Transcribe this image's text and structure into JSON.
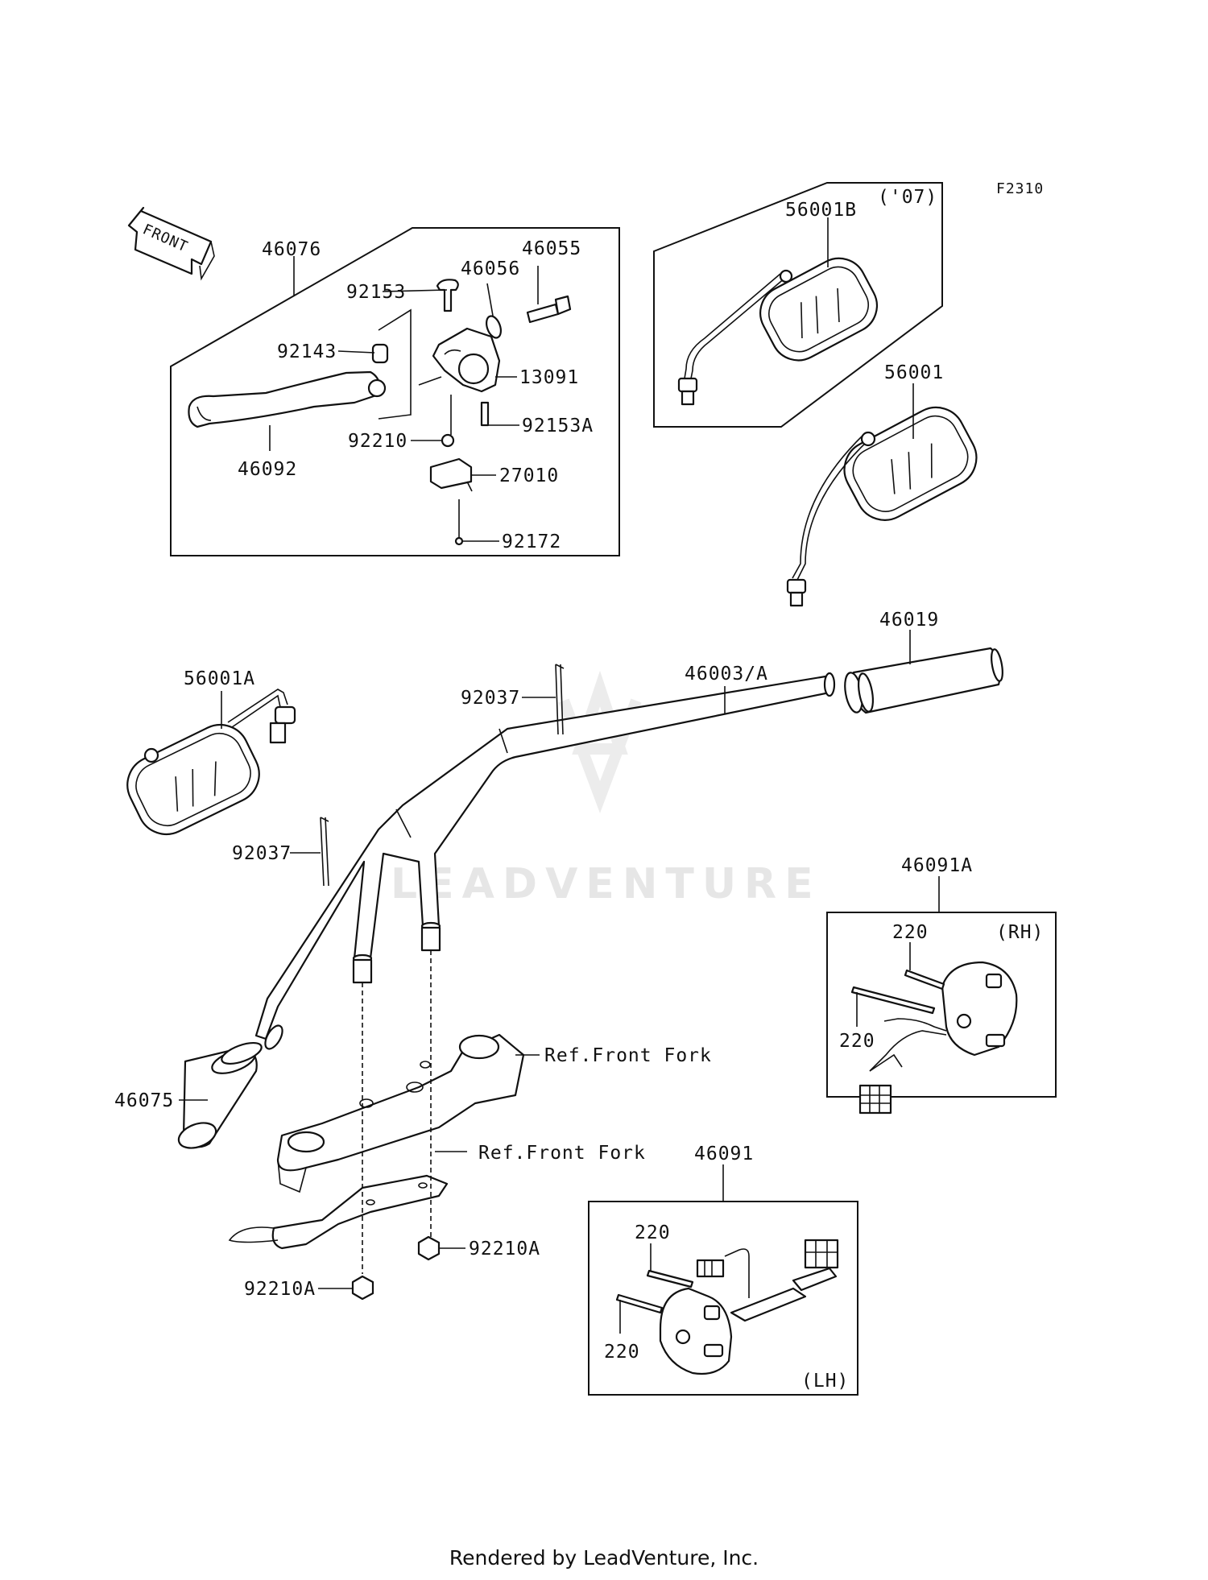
{
  "diagram_code": "F2310",
  "front_arrow_label": "FRONT",
  "watermark": "LEADVENTURE",
  "year_note": "('07)",
  "side_rh": "(RH)",
  "side_lh": "(LH)",
  "ref_front_fork_1": "Ref.Front Fork",
  "ref_front_fork_2": "Ref.Front Fork",
  "parts": {
    "p46076": "46076",
    "p46055": "46055",
    "p46056": "46056",
    "p92153": "92153",
    "p92143": "92143",
    "p13091": "13091",
    "p92210": "92210",
    "p92153A": "92153A",
    "p46092": "46092",
    "p27010": "27010",
    "p92172": "92172",
    "p56001B": "56001B",
    "p56001": "56001",
    "p46019": "46019",
    "p56001A": "56001A",
    "p46003A": "46003/A",
    "p92037_top": "92037",
    "p92037_left": "92037",
    "p46091A": "46091A",
    "p220_rh_top": "220",
    "p220_rh_bottom": "220",
    "p46075": "46075",
    "p92210A_right": "92210A",
    "p92210A_left": "92210A",
    "p46091": "46091",
    "p220_lh_top": "220",
    "p220_lh_bottom": "220"
  },
  "footer": "Rendered by LeadVenture, Inc."
}
